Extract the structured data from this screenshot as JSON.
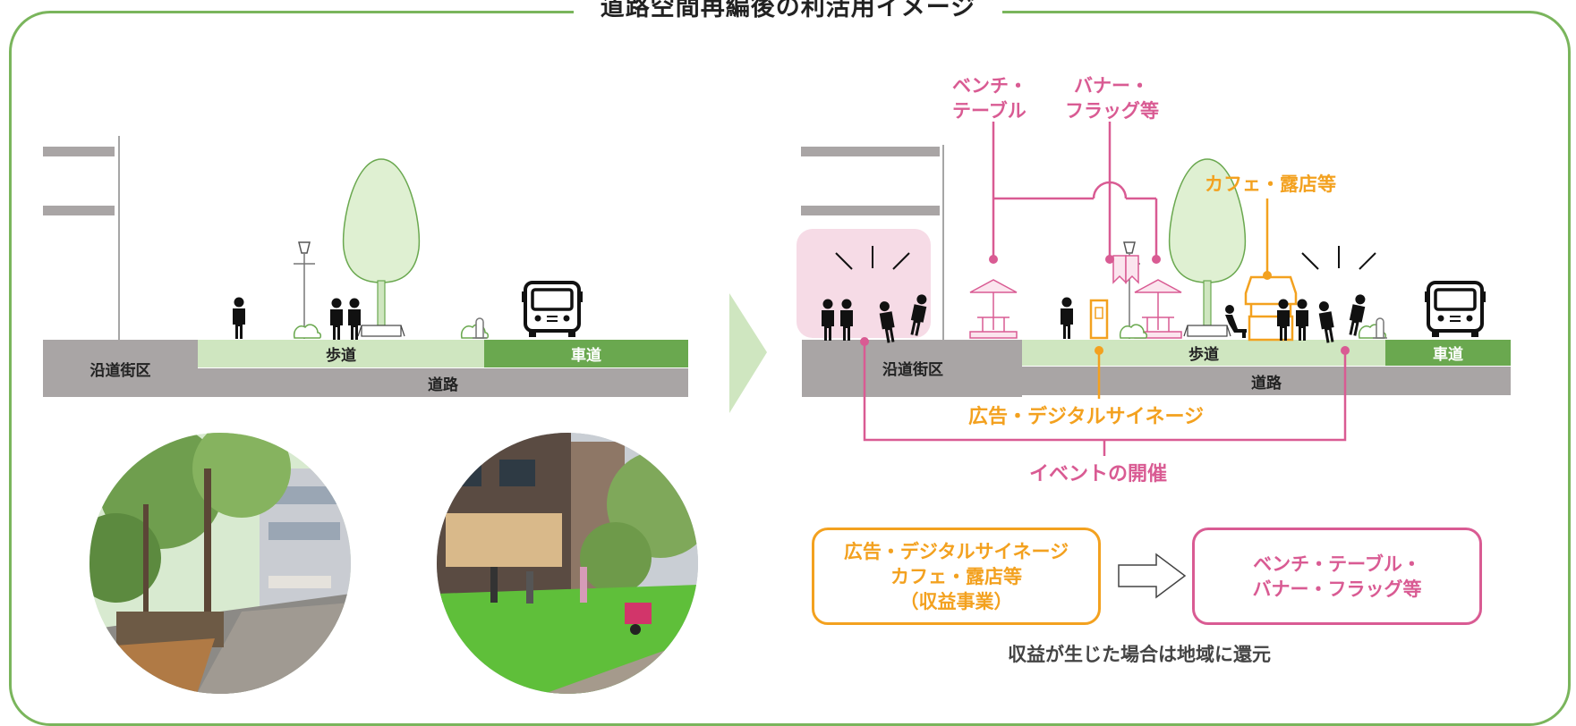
{
  "title": "道路空間再編後の利活用イメージ",
  "left_diagram": {
    "roadside_label": "沿道街区",
    "sidewalk_label": "歩道",
    "roadway_label": "車道",
    "road_label": "道路"
  },
  "right_diagram": {
    "roadside_label": "沿道街区",
    "sidewalk_label": "歩道",
    "roadway_label": "車道",
    "road_label": "道路",
    "callout_bench": [
      "ベンチ・",
      "テーブル"
    ],
    "callout_banner": [
      "バナー・",
      "フラッグ等"
    ],
    "callout_cafe": "カフェ・露店等",
    "callout_signage": "広告・デジタルサイネージ",
    "callout_event": "イベントの開催"
  },
  "revenue_box": [
    "広告・デジタルサイネージ",
    "カフェ・露店等",
    "（収益事業）"
  ],
  "benefit_box": [
    "ベンチ・テーブル・",
    "バナー・フラッグ等"
  ],
  "footer_note": "収益が生じた場合は地域に還元",
  "colors": {
    "frame_green": "#7ab55c",
    "sidewalk": "#cfe6c0",
    "roadway": "#6aa84f",
    "gray": "#a9a5a5",
    "pink": "#d95b93",
    "orange": "#f3a11f",
    "event_area": "#f6dbe6"
  },
  "icons": [
    "person-icon",
    "tree-icon",
    "street-lamp-icon",
    "bus-icon",
    "parasol-table-icon",
    "banner-flag-icon",
    "signage-icon",
    "cafe-stall-icon",
    "arrow-right-icon"
  ]
}
